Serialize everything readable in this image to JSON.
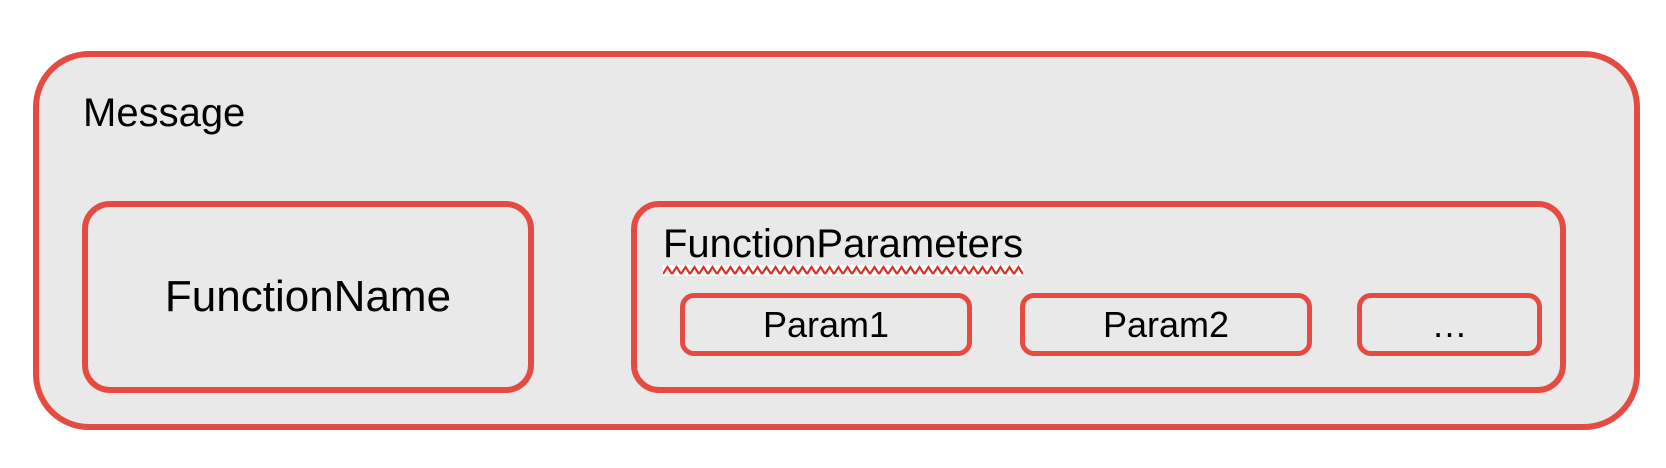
{
  "colors": {
    "border_red": "#E64B42",
    "squiggle_red": "#D93025",
    "box_fill": "#E9E9E9",
    "canvas_bg": "#FFFFFF",
    "text": "#000000"
  },
  "diagram": {
    "message": {
      "label": "Message"
    },
    "function_name": {
      "label": "FunctionName"
    },
    "function_parameters": {
      "label": "FunctionParameters",
      "params": [
        {
          "label": "Param1"
        },
        {
          "label": "Param2"
        },
        {
          "label": "…"
        }
      ]
    }
  }
}
